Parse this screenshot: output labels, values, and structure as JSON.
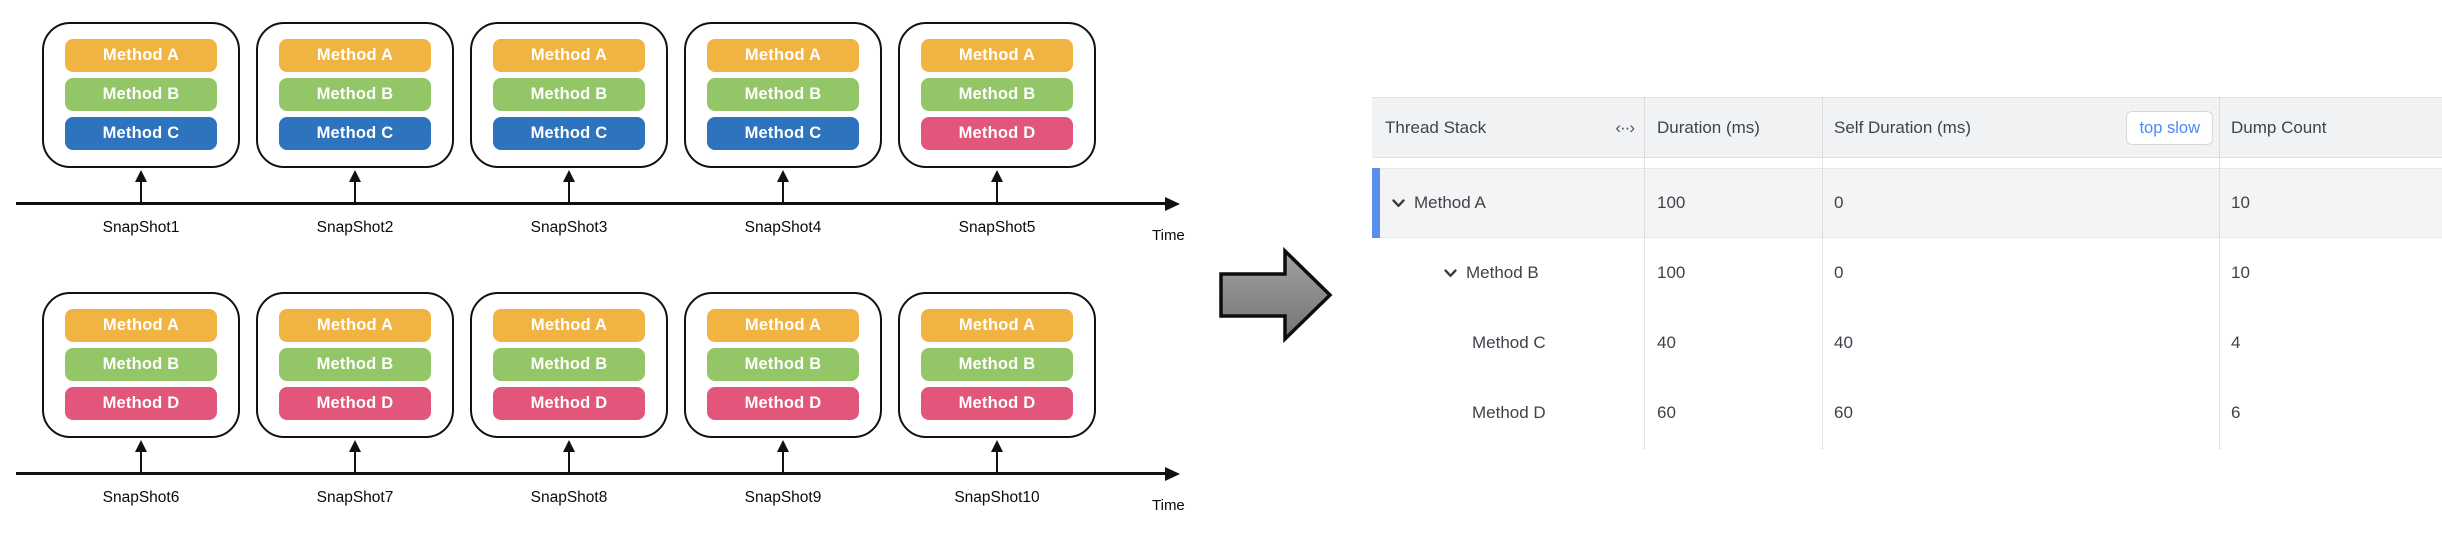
{
  "palette": {
    "method_a": "#F1B443",
    "method_b": "#92C666",
    "method_c": "#2E73BE",
    "method_d": "#E1567A",
    "selected_row_bar": "#5A8DF0",
    "top_slow_text": "#4C8BF5",
    "connector_arrow_gray": "#8C8C8C",
    "table_header_bg": "#F1F2F4",
    "selected_row_bg": "#F4F4F5"
  },
  "diagram": {
    "rows": [
      {
        "axis_label": "Time",
        "snapshots": [
          {
            "label": "SnapShot1",
            "methods": [
              {
                "label": "Method A",
                "color": "#F1B443"
              },
              {
                "label": "Method B",
                "color": "#92C666"
              },
              {
                "label": "Method C",
                "color": "#2E73BE"
              }
            ]
          },
          {
            "label": "SnapShot2",
            "methods": [
              {
                "label": "Method A",
                "color": "#F1B443"
              },
              {
                "label": "Method B",
                "color": "#92C666"
              },
              {
                "label": "Method C",
                "color": "#2E73BE"
              }
            ]
          },
          {
            "label": "SnapShot3",
            "methods": [
              {
                "label": "Method A",
                "color": "#F1B443"
              },
              {
                "label": "Method B",
                "color": "#92C666"
              },
              {
                "label": "Method C",
                "color": "#2E73BE"
              }
            ]
          },
          {
            "label": "SnapShot4",
            "methods": [
              {
                "label": "Method A",
                "color": "#F1B443"
              },
              {
                "label": "Method B",
                "color": "#92C666"
              },
              {
                "label": "Method C",
                "color": "#2E73BE"
              }
            ]
          },
          {
            "label": "SnapShot5",
            "methods": [
              {
                "label": "Method A",
                "color": "#F1B443"
              },
              {
                "label": "Method B",
                "color": "#92C666"
              },
              {
                "label": "Method D",
                "color": "#E1567A"
              }
            ]
          }
        ]
      },
      {
        "axis_label": "Time",
        "snapshots": [
          {
            "label": "SnapShot6",
            "methods": [
              {
                "label": "Method A",
                "color": "#F1B443"
              },
              {
                "label": "Method B",
                "color": "#92C666"
              },
              {
                "label": "Method D",
                "color": "#E1567A"
              }
            ]
          },
          {
            "label": "SnapShot7",
            "methods": [
              {
                "label": "Method A",
                "color": "#F1B443"
              },
              {
                "label": "Method B",
                "color": "#92C666"
              },
              {
                "label": "Method D",
                "color": "#E1567A"
              }
            ]
          },
          {
            "label": "SnapShot8",
            "methods": [
              {
                "label": "Method A",
                "color": "#F1B443"
              },
              {
                "label": "Method B",
                "color": "#92C666"
              },
              {
                "label": "Method D",
                "color": "#E1567A"
              }
            ]
          },
          {
            "label": "SnapShot9",
            "methods": [
              {
                "label": "Method A",
                "color": "#F1B443"
              },
              {
                "label": "Method B",
                "color": "#92C666"
              },
              {
                "label": "Method D",
                "color": "#E1567A"
              }
            ]
          },
          {
            "label": "SnapShot10",
            "methods": [
              {
                "label": "Method A",
                "color": "#F1B443"
              },
              {
                "label": "Method B",
                "color": "#92C666"
              },
              {
                "label": "Method D",
                "color": "#E1567A"
              }
            ]
          }
        ]
      }
    ]
  },
  "table": {
    "columns": [
      {
        "label": "Thread Stack",
        "resize_icon": "‹··›"
      },
      {
        "label": "Duration (ms)"
      },
      {
        "label": "Self Duration (ms)",
        "button": "top slow"
      },
      {
        "label": "Dump Count"
      }
    ],
    "rows": [
      {
        "name": "Method A",
        "indent": 0,
        "expandable": true,
        "selected": true,
        "duration": "100",
        "self_duration": "0",
        "dump_count": "10"
      },
      {
        "name": "Method B",
        "indent": 1,
        "expandable": true,
        "selected": false,
        "duration": "100",
        "self_duration": "0",
        "dump_count": "10"
      },
      {
        "name": "Method C",
        "indent": 2,
        "expandable": false,
        "selected": false,
        "duration": "40",
        "self_duration": "40",
        "dump_count": "4"
      },
      {
        "name": "Method D",
        "indent": 2,
        "expandable": false,
        "selected": false,
        "duration": "60",
        "self_duration": "60",
        "dump_count": "6"
      }
    ]
  }
}
